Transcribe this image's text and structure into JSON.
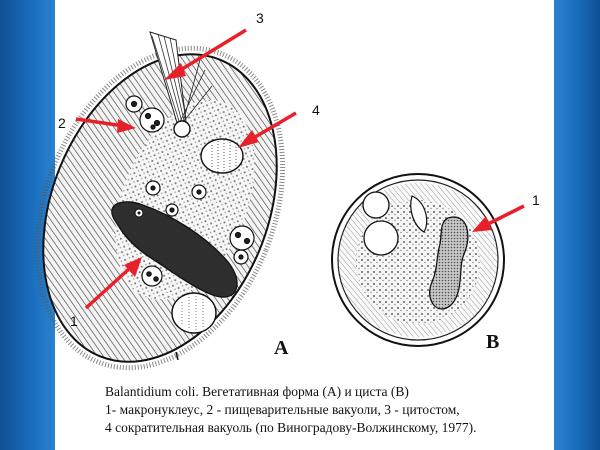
{
  "labels": {
    "num_1_a": "1",
    "num_2": "2",
    "num_3": "3",
    "num_4": "4",
    "num_1_b": "1",
    "panel_a": "A",
    "panel_b": "B"
  },
  "caption": {
    "line1": "Balantidium coli. Вегетативная форма (А) и циста (В)",
    "line2": "1- макронуклеус, 2 - пищеварительные вакуоли, 3 - цитостом,",
    "line3": "4 сократительная вакуоль (по Виноградову-Волжинскому, 1977)."
  },
  "colors": {
    "arrow": "#e8202a",
    "background": "#1565b0",
    "panel": "#ffffff",
    "ink": "#111111"
  }
}
